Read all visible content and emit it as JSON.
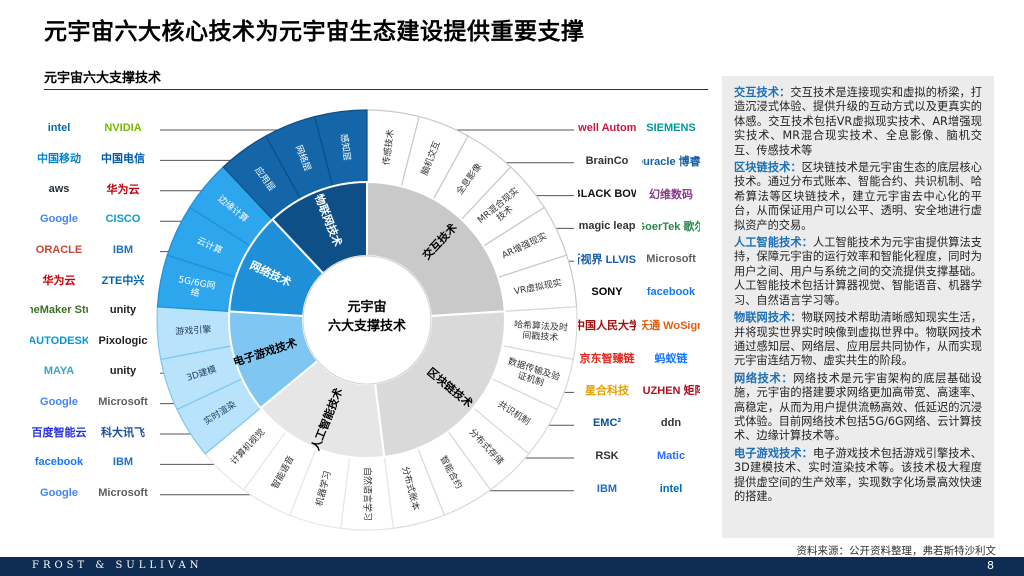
{
  "title": "元宇宙六大核心技术为元宇宙生态建设提供重要支撑",
  "subtitle": "元宇宙六大支撑技术",
  "center": [
    "元宇宙",
    "六大支撑技术"
  ],
  "categories": [
    {
      "id": "interaction",
      "label": "交互技术",
      "inner": "#c9c9c9",
      "outer": "#ffffff",
      "text": "#000000",
      "itemText": "#333333",
      "items": [
        "传感技术",
        "脑机交互",
        "全息影像",
        "MR混合现实技术",
        "AR增强现实",
        "VR虚拟现实"
      ]
    },
    {
      "id": "blockchain",
      "label": "区块链技术",
      "inner": "#d9d9d9",
      "outer": "#ffffff",
      "text": "#000000",
      "itemText": "#333333",
      "items": [
        "哈希算法及时间戳技术",
        "数据传输及验证机制",
        "共识机制",
        "分布式存储",
        "智能合约",
        "分布式账本"
      ]
    },
    {
      "id": "ai",
      "label": "人工智能技术",
      "inner": "#e6e6e6",
      "outer": "#ffffff",
      "text": "#000000",
      "itemText": "#333333",
      "items": [
        "自然语言学习",
        "机器学习",
        "智能语音",
        "计算机视觉"
      ]
    },
    {
      "id": "game",
      "label": "电子游戏技术",
      "inner": "#7fc6f2",
      "outer": "#b9e3fa",
      "text": "#000000",
      "itemText": "#1f3b57",
      "items": [
        "实时渲染",
        "3D建模",
        "游戏引擎"
      ]
    },
    {
      "id": "network",
      "label": "网络技术",
      "inner": "#1f8fd8",
      "outer": "#2ea6ee",
      "text": "#ffffff",
      "itemText": "#ffffff",
      "items": [
        "5G/6G网络",
        "云计算",
        "边缘计算"
      ]
    },
    {
      "id": "iot",
      "label": "物联网技术",
      "inner": "#0d4f86",
      "outer": "#1466a8",
      "text": "#ffffff",
      "itemText": "#ffffff",
      "items": [
        "应用层",
        "网络层",
        "感知层"
      ]
    }
  ],
  "logos_left": [
    {
      "name": "intel",
      "color": "#0068b5"
    },
    {
      "name": "NVIDIA",
      "color": "#76b900"
    },
    {
      "name": "中国移动",
      "color": "#0085d0"
    },
    {
      "name": "中国电信",
      "color": "#005bac"
    },
    {
      "name": "aws",
      "color": "#232f3e"
    },
    {
      "name": "华为云",
      "color": "#c7000b"
    },
    {
      "name": "Google",
      "color": "#4285f4"
    },
    {
      "name": "CISCO",
      "color": "#049fd9"
    },
    {
      "name": "ORACLE",
      "color": "#c74634"
    },
    {
      "name": "IBM",
      "color": "#1f70c1"
    },
    {
      "name": "华为云",
      "color": "#c7000b"
    },
    {
      "name": "ZTE中兴",
      "color": "#0066b3"
    },
    {
      "name": "GameMaker Studio",
      "color": "#3f6e2a"
    },
    {
      "name": "unity",
      "color": "#222222"
    },
    {
      "name": "AUTODESK",
      "color": "#0696d7"
    },
    {
      "name": "Pixologic",
      "color": "#222222"
    },
    {
      "name": "MAYA",
      "color": "#37a5cc"
    },
    {
      "name": "unity",
      "color": "#222222"
    },
    {
      "name": "Google",
      "color": "#4285f4"
    },
    {
      "name": "Microsoft",
      "color": "#5e5e5e"
    },
    {
      "name": "百度智能云",
      "color": "#2932e1"
    },
    {
      "name": "科大讯飞",
      "color": "#1a4f9c"
    },
    {
      "name": "facebook",
      "color": "#1877f2"
    },
    {
      "name": "IBM",
      "color": "#1f70c1"
    },
    {
      "name": "Google",
      "color": "#4285f4"
    },
    {
      "name": "Microsoft",
      "color": "#5e5e5e"
    }
  ],
  "logos_right": [
    {
      "name": "Rockwell Automation",
      "color": "#cd163f"
    },
    {
      "name": "SIEMENS",
      "color": "#009999"
    },
    {
      "name": "BrainCo",
      "color": "#333333"
    },
    {
      "name": "neuracle 博睿康",
      "color": "#1a62a8"
    },
    {
      "name": "BLACK BOW",
      "color": "#111111"
    },
    {
      "name": "幻维数码",
      "color": "#8a3a8a"
    },
    {
      "name": "magic leap",
      "color": "#333333"
    },
    {
      "name": "GoerTek 歌尔",
      "color": "#2a8a4a"
    },
    {
      "name": "莱斯视界 LLVISION",
      "color": "#1a5ca8"
    },
    {
      "name": "Microsoft",
      "color": "#5e5e5e"
    },
    {
      "name": "SONY",
      "color": "#000000"
    },
    {
      "name": "facebook",
      "color": "#1877f2"
    },
    {
      "name": "中国人民大学",
      "color": "#a01010"
    },
    {
      "name": "沃通 WoSign",
      "color": "#e06010"
    },
    {
      "name": "京东智臻链",
      "color": "#e1251b"
    },
    {
      "name": "蚂蚁链",
      "color": "#1677ff"
    },
    {
      "name": "星合科技",
      "color": "#e8a000"
    },
    {
      "name": "JUZHEN 矩阵",
      "color": "#b01020"
    },
    {
      "name": "EMC²",
      "color": "#0b4d9b"
    },
    {
      "name": "ddn",
      "color": "#333333"
    },
    {
      "name": "RSK",
      "color": "#333333"
    },
    {
      "name": "Matic",
      "color": "#2b6def"
    },
    {
      "name": "IBM",
      "color": "#1f70c1"
    },
    {
      "name": "intel",
      "color": "#0068b5"
    }
  ],
  "descriptions": [
    {
      "key": "交互技术：",
      "text": "交互技术是连接现实和虚拟的桥梁，打造沉浸式体验、提供升级的互动方式以及更真实的体感。交互技术包括VR虚拟现实技术、AR增强现实技术、MR混合现实技术、全息影像、脑机交互、传感技术等"
    },
    {
      "key": "区块链技术：",
      "text": "区块链技术是元宇宙生态的底层核心技术。通过分布式账本、智能合约、共识机制、哈希算法等区块链技术，建立元宇宙去中心化的平台，从而保证用户可以公平、透明、安全地进行虚拟资产的交易。"
    },
    {
      "key": "人工智能技术：",
      "text": "人工智能技术为元宇宙提供算法支持，保障元宇宙的运行效率和智能化程度，同时为用户之间、用户与系统之间的交流提供支撑基础。人工智能技术包括计算器视觉、智能语音、机器学习、自然语言学习等。"
    },
    {
      "key": "物联网技术：",
      "text": "物联网技术帮助清晰感知现实生活，并将现实世界实时映像到虚拟世界中。物联网技术通过感知层、网络层、应用层共同协作，从而实现元宇宙连结万物、虚实共生的阶段。"
    },
    {
      "key": "网络技术：",
      "text": "网络技术是元宇宙架构的底层基础设施，元宇宙的搭建要求网络更加高带宽、高速率、高稳定，从而为用户提供流畅高效、低延迟的沉浸式体验。目前网络技术包括5G/6G网络、云计算技术、边缘计算技术等。"
    },
    {
      "key": "电子游戏技术：",
      "text": "电子游戏技术包括游戏引擎技术、3D建模技术、实时渲染技术等。该技术极大程度提供虚空间的生产效率，实现数字化场景高效快速的搭建。"
    }
  ],
  "source": "资料来源：公开资料整理，弗若斯特沙利文",
  "footer": {
    "brand": "FROST & SULLIVAN",
    "page": "8"
  }
}
